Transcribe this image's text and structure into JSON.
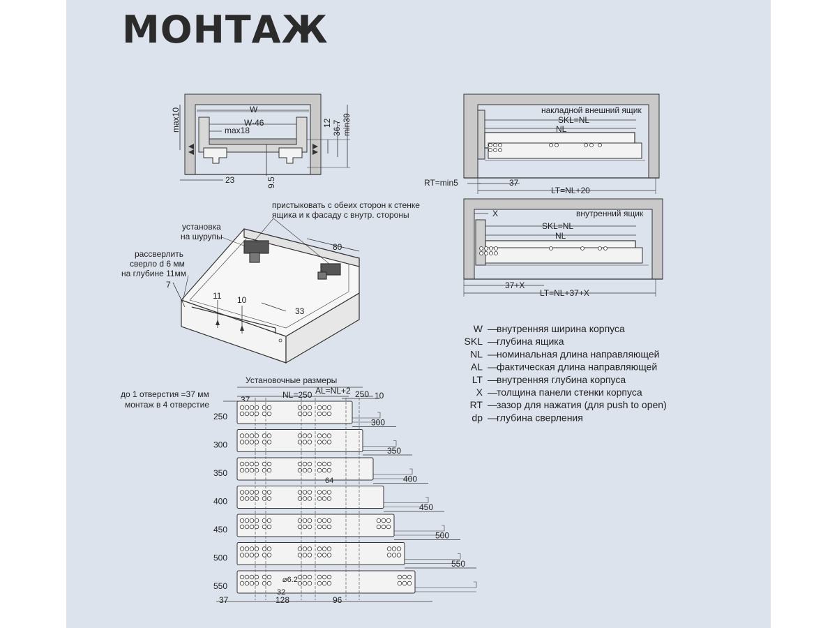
{
  "title": "МОНТАЖ",
  "cross_section": {
    "labels": {
      "W": "W",
      "W46": "W-46",
      "max18": "max18",
      "max10": "max10",
      "d23": "23",
      "d95": "9.5",
      "d12": "12",
      "d367": "36.7",
      "min39": "min39"
    }
  },
  "overlay_drawer": {
    "title": "накладной внешний ящик",
    "skl": "SKL=NL",
    "nl": "NL",
    "rt": "RT=min5",
    "d37": "37",
    "lt": "LT=NL+20"
  },
  "inner_drawer": {
    "title": "внутренний ящик",
    "x": "X",
    "skl": "SKL=NL",
    "nl": "NL",
    "d37x": "37+X",
    "lt": "LT=NL+37+X"
  },
  "isometric": {
    "attach_note_1": "пристыковать с обеих сторон к стенке",
    "attach_note_2": "ящика и к фасаду с внутр. стороны",
    "screw_note_1": "установка",
    "screw_note_2": "на шурупы",
    "drill_note_1": "рассверлить",
    "drill_note_2": "сверло d 6 мм",
    "drill_note_3": "на глубине 11мм",
    "d7": "7",
    "d11": "11",
    "d10": "10",
    "d33": "33",
    "d80": "80"
  },
  "legend": [
    {
      "key": "W",
      "text": "внутренняя ширина корпуса"
    },
    {
      "key": "SKL",
      "text": "глубина ящика"
    },
    {
      "key": "NL",
      "text": "номинальная длина направляющей"
    },
    {
      "key": "AL",
      "text": "фактическая длина направляющей"
    },
    {
      "key": "LT",
      "text": "внутренняя глубина корпуса"
    },
    {
      "key": "X",
      "text": "толщина панели стенки корпуса"
    },
    {
      "key": "RT",
      "text": "зазор для нажатия (для push to open)"
    },
    {
      "key": "dp",
      "text": "глубина сверления"
    }
  ],
  "legend_dash": "—",
  "install": {
    "heading": "Установочные размеры",
    "note_1": "до 1 отверстия =37 мм",
    "note_2": "монтаж в 4 отверстие",
    "nl250": "NL=250",
    "al": "AL=NL+2",
    "d10": "10",
    "d37": "37",
    "d64": "64",
    "d62": "⌀6.2",
    "d32": "32",
    "b37": "37",
    "b128": "128",
    "b96": "96",
    "rails": [
      {
        "nl": "250",
        "label": "250"
      },
      {
        "nl": "300",
        "label": "300"
      },
      {
        "nl": "350",
        "label": "350"
      },
      {
        "nl": "400",
        "label": "400"
      },
      {
        "nl": "450",
        "label": "450"
      },
      {
        "nl": "500",
        "label": "500"
      },
      {
        "nl": "550",
        "label": "550"
      }
    ]
  }
}
